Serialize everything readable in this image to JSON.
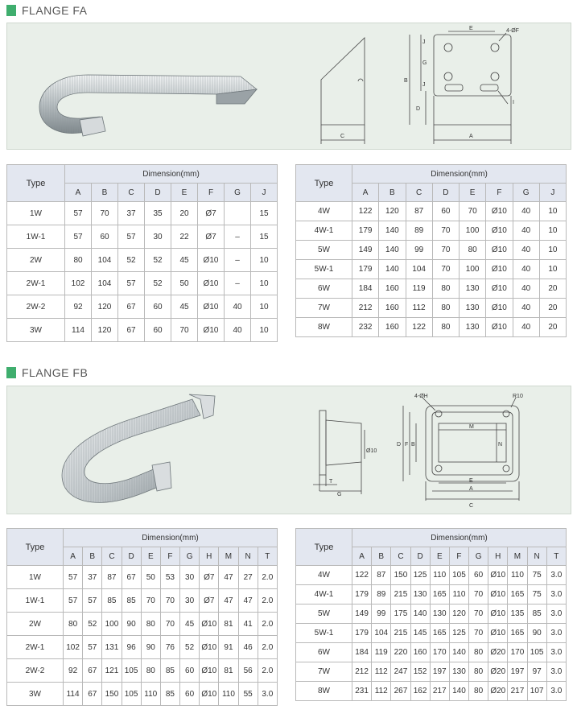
{
  "fa": {
    "title": "FLANGE FA",
    "diagram_labels": {
      "e": "E",
      "f": "4-ØF",
      "j": "J",
      "g": "G",
      "b": "B",
      "d": "D",
      "i": "I",
      "c": "C",
      "a": "A"
    },
    "left_table": {
      "type_header": "Type",
      "dimension_header": "Dimension(mm)",
      "columns": [
        "A",
        "B",
        "C",
        "D",
        "E",
        "F",
        "G",
        "J"
      ],
      "rows": [
        {
          "type": "1W",
          "values": [
            "57",
            "70",
            "37",
            "35",
            "20",
            "Ø7",
            "",
            "15"
          ]
        },
        {
          "type": "1W-1",
          "values": [
            "57",
            "60",
            "57",
            "30",
            "22",
            "Ø7",
            "–",
            "15"
          ]
        },
        {
          "type": "2W",
          "values": [
            "80",
            "104",
            "52",
            "52",
            "45",
            "Ø10",
            "–",
            "10"
          ]
        },
        {
          "type": "2W-1",
          "values": [
            "102",
            "104",
            "57",
            "52",
            "50",
            "Ø10",
            "–",
            "10"
          ]
        },
        {
          "type": "2W-2",
          "values": [
            "92",
            "120",
            "67",
            "60",
            "45",
            "Ø10",
            "40",
            "10"
          ]
        },
        {
          "type": "3W",
          "values": [
            "114",
            "120",
            "67",
            "60",
            "70",
            "Ø10",
            "40",
            "10"
          ]
        }
      ]
    },
    "right_table": {
      "type_header": "Type",
      "dimension_header": "Dimension(mm)",
      "columns": [
        "A",
        "B",
        "C",
        "D",
        "E",
        "F",
        "G",
        "J"
      ],
      "rows": [
        {
          "type": "4W",
          "values": [
            "122",
            "120",
            "87",
            "60",
            "70",
            "Ø10",
            "40",
            "10"
          ]
        },
        {
          "type": "4W-1",
          "values": [
            "179",
            "140",
            "89",
            "70",
            "100",
            "Ø10",
            "40",
            "10"
          ]
        },
        {
          "type": "5W",
          "values": [
            "149",
            "140",
            "99",
            "70",
            "80",
            "Ø10",
            "40",
            "10"
          ]
        },
        {
          "type": "5W-1",
          "values": [
            "179",
            "140",
            "104",
            "70",
            "100",
            "Ø10",
            "40",
            "10"
          ]
        },
        {
          "type": "6W",
          "values": [
            "184",
            "160",
            "119",
            "80",
            "130",
            "Ø10",
            "40",
            "20"
          ]
        },
        {
          "type": "7W",
          "values": [
            "212",
            "160",
            "112",
            "80",
            "130",
            "Ø10",
            "40",
            "20"
          ]
        },
        {
          "type": "8W",
          "values": [
            "232",
            "160",
            "122",
            "80",
            "130",
            "Ø10",
            "40",
            "20"
          ]
        }
      ]
    }
  },
  "fb": {
    "title": "FLANGE FB",
    "diagram_labels": {
      "h": "4-ØH",
      "r": "R10",
      "m": "M",
      "n": "N",
      "d": "D",
      "f": "F",
      "b": "B",
      "e": "E",
      "a": "A",
      "c": "C",
      "phi": "Ø10",
      "t": "T",
      "g": "G"
    },
    "left_table": {
      "type_header": "Type",
      "dimension_header": "Dimension(mm)",
      "columns": [
        "A",
        "B",
        "C",
        "D",
        "E",
        "F",
        "G",
        "H",
        "M",
        "N",
        "T"
      ],
      "rows": [
        {
          "type": "1W",
          "values": [
            "57",
            "37",
            "87",
            "67",
            "50",
            "53",
            "30",
            "Ø7",
            "47",
            "27",
            "2.0"
          ]
        },
        {
          "type": "1W-1",
          "values": [
            "57",
            "57",
            "85",
            "85",
            "70",
            "70",
            "30",
            "Ø7",
            "47",
            "47",
            "2.0"
          ]
        },
        {
          "type": "2W",
          "values": [
            "80",
            "52",
            "100",
            "90",
            "80",
            "70",
            "45",
            "Ø10",
            "81",
            "41",
            "2.0"
          ]
        },
        {
          "type": "2W-1",
          "values": [
            "102",
            "57",
            "131",
            "96",
            "90",
            "76",
            "52",
            "Ø10",
            "91",
            "46",
            "2.0"
          ]
        },
        {
          "type": "2W-2",
          "values": [
            "92",
            "67",
            "121",
            "105",
            "80",
            "85",
            "60",
            "Ø10",
            "81",
            "56",
            "2.0"
          ]
        },
        {
          "type": "3W",
          "values": [
            "114",
            "67",
            "150",
            "105",
            "110",
            "85",
            "60",
            "Ø10",
            "110",
            "55",
            "3.0"
          ]
        }
      ]
    },
    "right_table": {
      "type_header": "Type",
      "dimension_header": "Dimension(mm)",
      "columns": [
        "A",
        "B",
        "C",
        "D",
        "E",
        "F",
        "G",
        "H",
        "M",
        "N",
        "T"
      ],
      "rows": [
        {
          "type": "4W",
          "values": [
            "122",
            "87",
            "150",
            "125",
            "110",
            "105",
            "60",
            "Ø10",
            "110",
            "75",
            "3.0"
          ]
        },
        {
          "type": "4W-1",
          "values": [
            "179",
            "89",
            "215",
            "130",
            "165",
            "110",
            "70",
            "Ø10",
            "165",
            "75",
            "3.0"
          ]
        },
        {
          "type": "5W",
          "values": [
            "149",
            "99",
            "175",
            "140",
            "130",
            "120",
            "70",
            "Ø10",
            "135",
            "85",
            "3.0"
          ]
        },
        {
          "type": "5W-1",
          "values": [
            "179",
            "104",
            "215",
            "145",
            "165",
            "125",
            "70",
            "Ø10",
            "165",
            "90",
            "3.0"
          ]
        },
        {
          "type": "6W",
          "values": [
            "184",
            "119",
            "220",
            "160",
            "170",
            "140",
            "80",
            "Ø20",
            "170",
            "105",
            "3.0"
          ]
        },
        {
          "type": "7W",
          "values": [
            "212",
            "112",
            "247",
            "152",
            "197",
            "130",
            "80",
            "Ø20",
            "197",
            "97",
            "3.0"
          ]
        },
        {
          "type": "8W",
          "values": [
            "231",
            "112",
            "267",
            "162",
            "217",
            "140",
            "80",
            "Ø20",
            "217",
            "107",
            "3.0"
          ]
        }
      ]
    }
  }
}
